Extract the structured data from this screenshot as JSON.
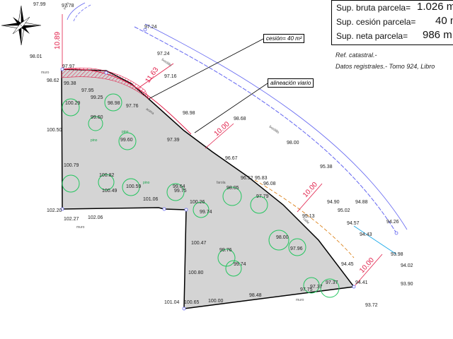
{
  "summary": {
    "gross_label": "Sup. bruta parcela=",
    "gross_value": "1.026 m",
    "cession_label": "Sup. cesión parcela=",
    "cession_value": "40 m",
    "net_label": "Sup. neta parcela=",
    "net_value": "986 m"
  },
  "references": {
    "cadastral": "Ref. catastral.-",
    "registry": "Datos registrales.- Tomo 924, Libro"
  },
  "callouts": {
    "cession": "cesión= 40 m²",
    "alignment": "alineación viario"
  },
  "dimensions": {
    "d1": "10.89",
    "d2": "11.63",
    "d3": "10.00",
    "d4": "10.00",
    "d5": "10.00"
  },
  "elevations": {
    "e01": "97.99",
    "e02": "97.78",
    "e03": "97.24",
    "e04": "98.01",
    "e05": "97.97",
    "e06": "98.62",
    "e07": "99.38",
    "e08": "97.95",
    "e09": "97.24",
    "e10": "97.16",
    "e11": "100.29",
    "e12": "99.25",
    "e13": "98.98",
    "e14": "97.76",
    "e15": "98.98",
    "e16": "98.68",
    "e17": "99.60",
    "e18": "100.50",
    "e19": "99.60",
    "e20": "97.39",
    "e21": "98.00",
    "e22": "96.67",
    "e23": "95.38",
    "e24": "100.79",
    "e25": "100.82",
    "e26": "100.49",
    "e27": "100.59",
    "e28": "99.64",
    "e29": "99.75",
    "e30": "96.52",
    "e31": "95.83",
    "e32": "96.08",
    "e33": "98.05",
    "e34": "97.79",
    "e35": "94.90",
    "e36": "94.88",
    "e37": "95.02",
    "e38": "101.06",
    "e39": "100.26",
    "e40": "99.74",
    "e41": "95.13",
    "e42": "94.57",
    "e43": "94.43",
    "e44": "102.20",
    "e45": "102.27",
    "e46": "102.06",
    "e47": "94.26",
    "e48": "100.47",
    "e49": "98.00",
    "e50": "97.96",
    "e51": "93.98",
    "e52": "99.76",
    "e53": "99.74",
    "e54": "94.45",
    "e55": "100.80",
    "e56": "94.02",
    "e57": "93.90",
    "e58": "97.37",
    "e59": "97.37",
    "e60": "97.75",
    "e61": "94.41",
    "e62": "98.48",
    "e63": "101.04",
    "e64": "100.65",
    "e65": "100.00",
    "e66": "93.72"
  },
  "annotations": {
    "pino": "pino",
    "muro": "muro",
    "bordillo": "bordillo",
    "farola": "farola",
    "acera": "acera",
    "calle": "calle"
  }
}
